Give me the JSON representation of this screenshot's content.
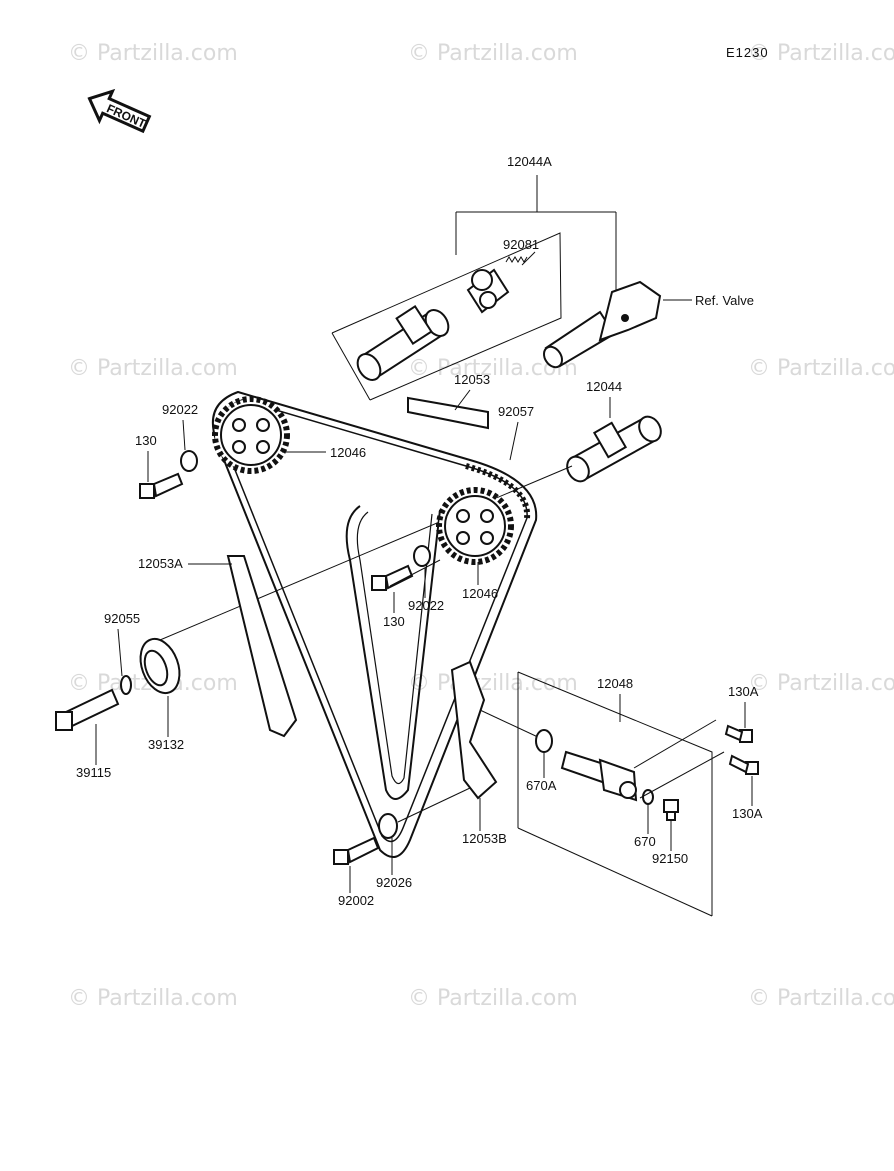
{
  "diagram": {
    "code": "E1230",
    "front_label": "FRONT",
    "watermark": "© Partzilla.com",
    "labels": {
      "p12044A": "12044A",
      "p92081": "92081",
      "ref_valve": "Ref. Valve",
      "p12053": "12053",
      "p92057": "92057",
      "p12044": "12044",
      "p92022_top": "92022",
      "p130_top": "130",
      "p12046_top": "12046",
      "p12053A": "12053A",
      "p92022_mid": "92022",
      "p130_mid": "130",
      "p12046_mid": "12046",
      "p92055": "92055",
      "p39132": "39132",
      "p39115": "39115",
      "p12048": "12048",
      "p130A_top": "130A",
      "p130A_bot": "130A",
      "p670A": "670A",
      "p670": "670",
      "p92150": "92150",
      "p12053B": "12053B",
      "p92026": "92026",
      "p92002": "92002"
    }
  }
}
